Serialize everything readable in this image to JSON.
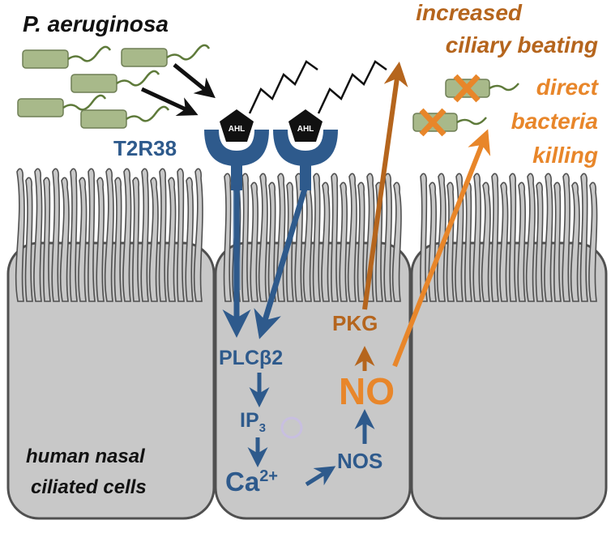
{
  "title": "P. aeruginosa",
  "receptor": "T2R38",
  "ligand": "AHL",
  "cell_label": [
    "human nasal",
    "ciliated cells"
  ],
  "pathway": {
    "plc": "PLCβ2",
    "ip3": "IP",
    "ip3_sub": "3",
    "ca": "Ca",
    "ca_sup": "2+",
    "nos": "NOS",
    "no": "NO",
    "pkg": "PKG"
  },
  "outcomes": {
    "ciliary": [
      "increased",
      "ciliary beating"
    ],
    "killing": [
      "direct",
      "bacteria",
      "killing"
    ]
  },
  "colors": {
    "blue": "#2e5a8c",
    "brown": "#b5651d",
    "orange": "#e8862a",
    "cell_fill": "#c8c8c8",
    "cell_stroke": "#505050",
    "bacteria": "#a8b98a",
    "flagella": "#5e7a3a"
  }
}
